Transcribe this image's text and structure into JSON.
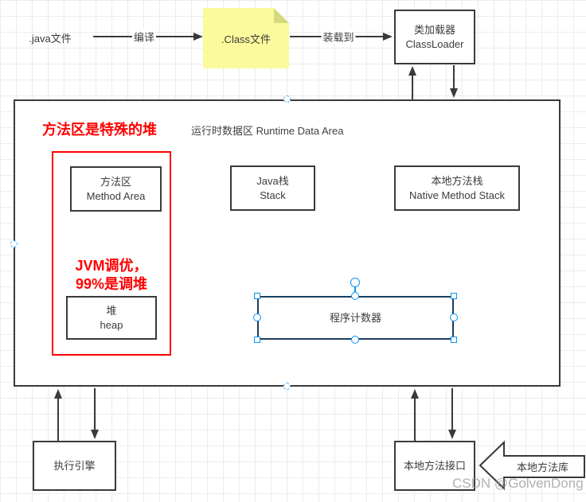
{
  "colors": {
    "accent_red": "#ff0000",
    "note_yellow": "#fbfa9d",
    "note_fold": "#d8d87e",
    "shape_border": "#3a3a3a",
    "selected_shape_border": "#1c3d5f",
    "selection_blue": "#0696f8"
  },
  "top_flow": {
    "java_file_label": ".java文件",
    "compile_edge_label": "编译",
    "class_file_note": ".Class文件",
    "load_edge_label": "装载到",
    "classloader_box": "类加载器\nClassLoader"
  },
  "runtime_area": {
    "title": "运行时数据区 Runtime Data Area",
    "annotation_special_heap": "方法区是特殊的堆",
    "annotation_jvm_tuning": "JVM调优，\n99%是调堆",
    "method_area_box": "方法区\nMethod Area",
    "java_stack_box": "Java栈\nStack",
    "native_method_stack_box": "本地方法栈\nNative Method Stack",
    "heap_box": "堆\nheap",
    "program_counter_box": "程序计数器"
  },
  "bottom": {
    "execution_engine_box": "执行引擎",
    "native_interface_box": "本地方法接口",
    "native_library_arrow": "本地方法库"
  },
  "watermark": "CSDN @GolvenDong"
}
